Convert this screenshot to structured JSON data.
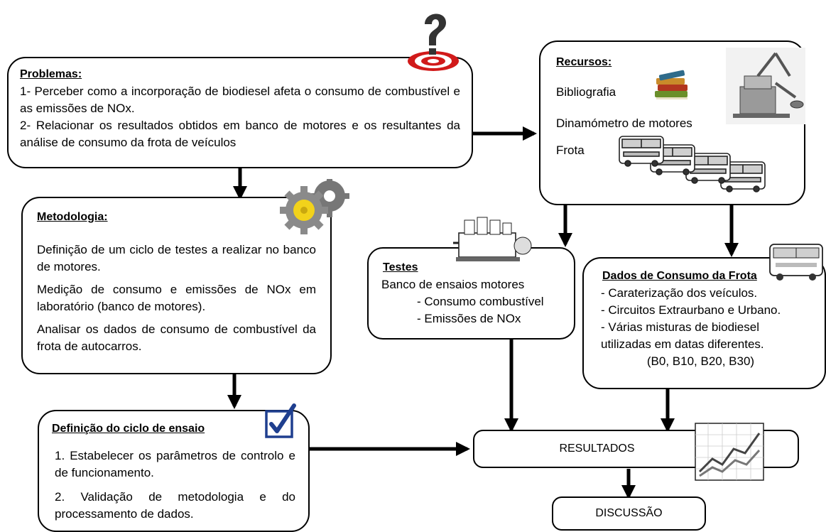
{
  "problemas": {
    "title": "Problemas:",
    "p1": "1- Perceber como a incorporação de biodiesel afeta o consumo de combustível e as emissões de NOx.",
    "p2": "2- Relacionar os resultados obtidos em banco de motores e os resultantes da análise de consumo da frota de veículos"
  },
  "recursos": {
    "title": "Recursos:",
    "items": [
      "Bibliografia",
      "Dinamómetro de motores",
      "Frota"
    ]
  },
  "metodologia": {
    "title": "Metodologia:",
    "p1": "Definição de um ciclo de testes a realizar no banco de motores.",
    "p2": "Medição de consumo e emissões de NOx em laboratório (banco de motores).",
    "p3": "Analisar os dados de consumo de combustível da frota de autocarros."
  },
  "testes": {
    "title": "Testes",
    "line1": "Banco de ensaios motores",
    "line2": "- Consumo combustível",
    "line3": "- Emissões de NOx"
  },
  "dados": {
    "title": "Dados de Consumo da Frota",
    "line1": "- Caraterização dos veículos.",
    "line2": "- Circuitos Extraurbano e Urbano.",
    "line3": "- Várias misturas de biodiesel utilizadas em datas diferentes.",
    "line4": "(B0, B10, B20, B30)"
  },
  "definicao": {
    "title": "Definição do ciclo de ensaio",
    "p1": "1. Estabelecer os parâmetros de controlo e de funcionamento.",
    "p2": "2. Validação de metodologia e do processamento de dados."
  },
  "resultados": {
    "label": "RESULTADOS"
  },
  "discussao": {
    "label": "DISCUSSÃO"
  },
  "icons": [
    "question-target-icon",
    "books-icon",
    "dynamometer-icon",
    "bus-fleet-icon",
    "gears-icon",
    "engine-icon",
    "bus-icon",
    "checkbox-icon",
    "line-chart-icon"
  ],
  "colors": {
    "checkbox": "#1f3f8f",
    "target": "#d11a1a",
    "gear_yellow": "#f2d21b"
  }
}
